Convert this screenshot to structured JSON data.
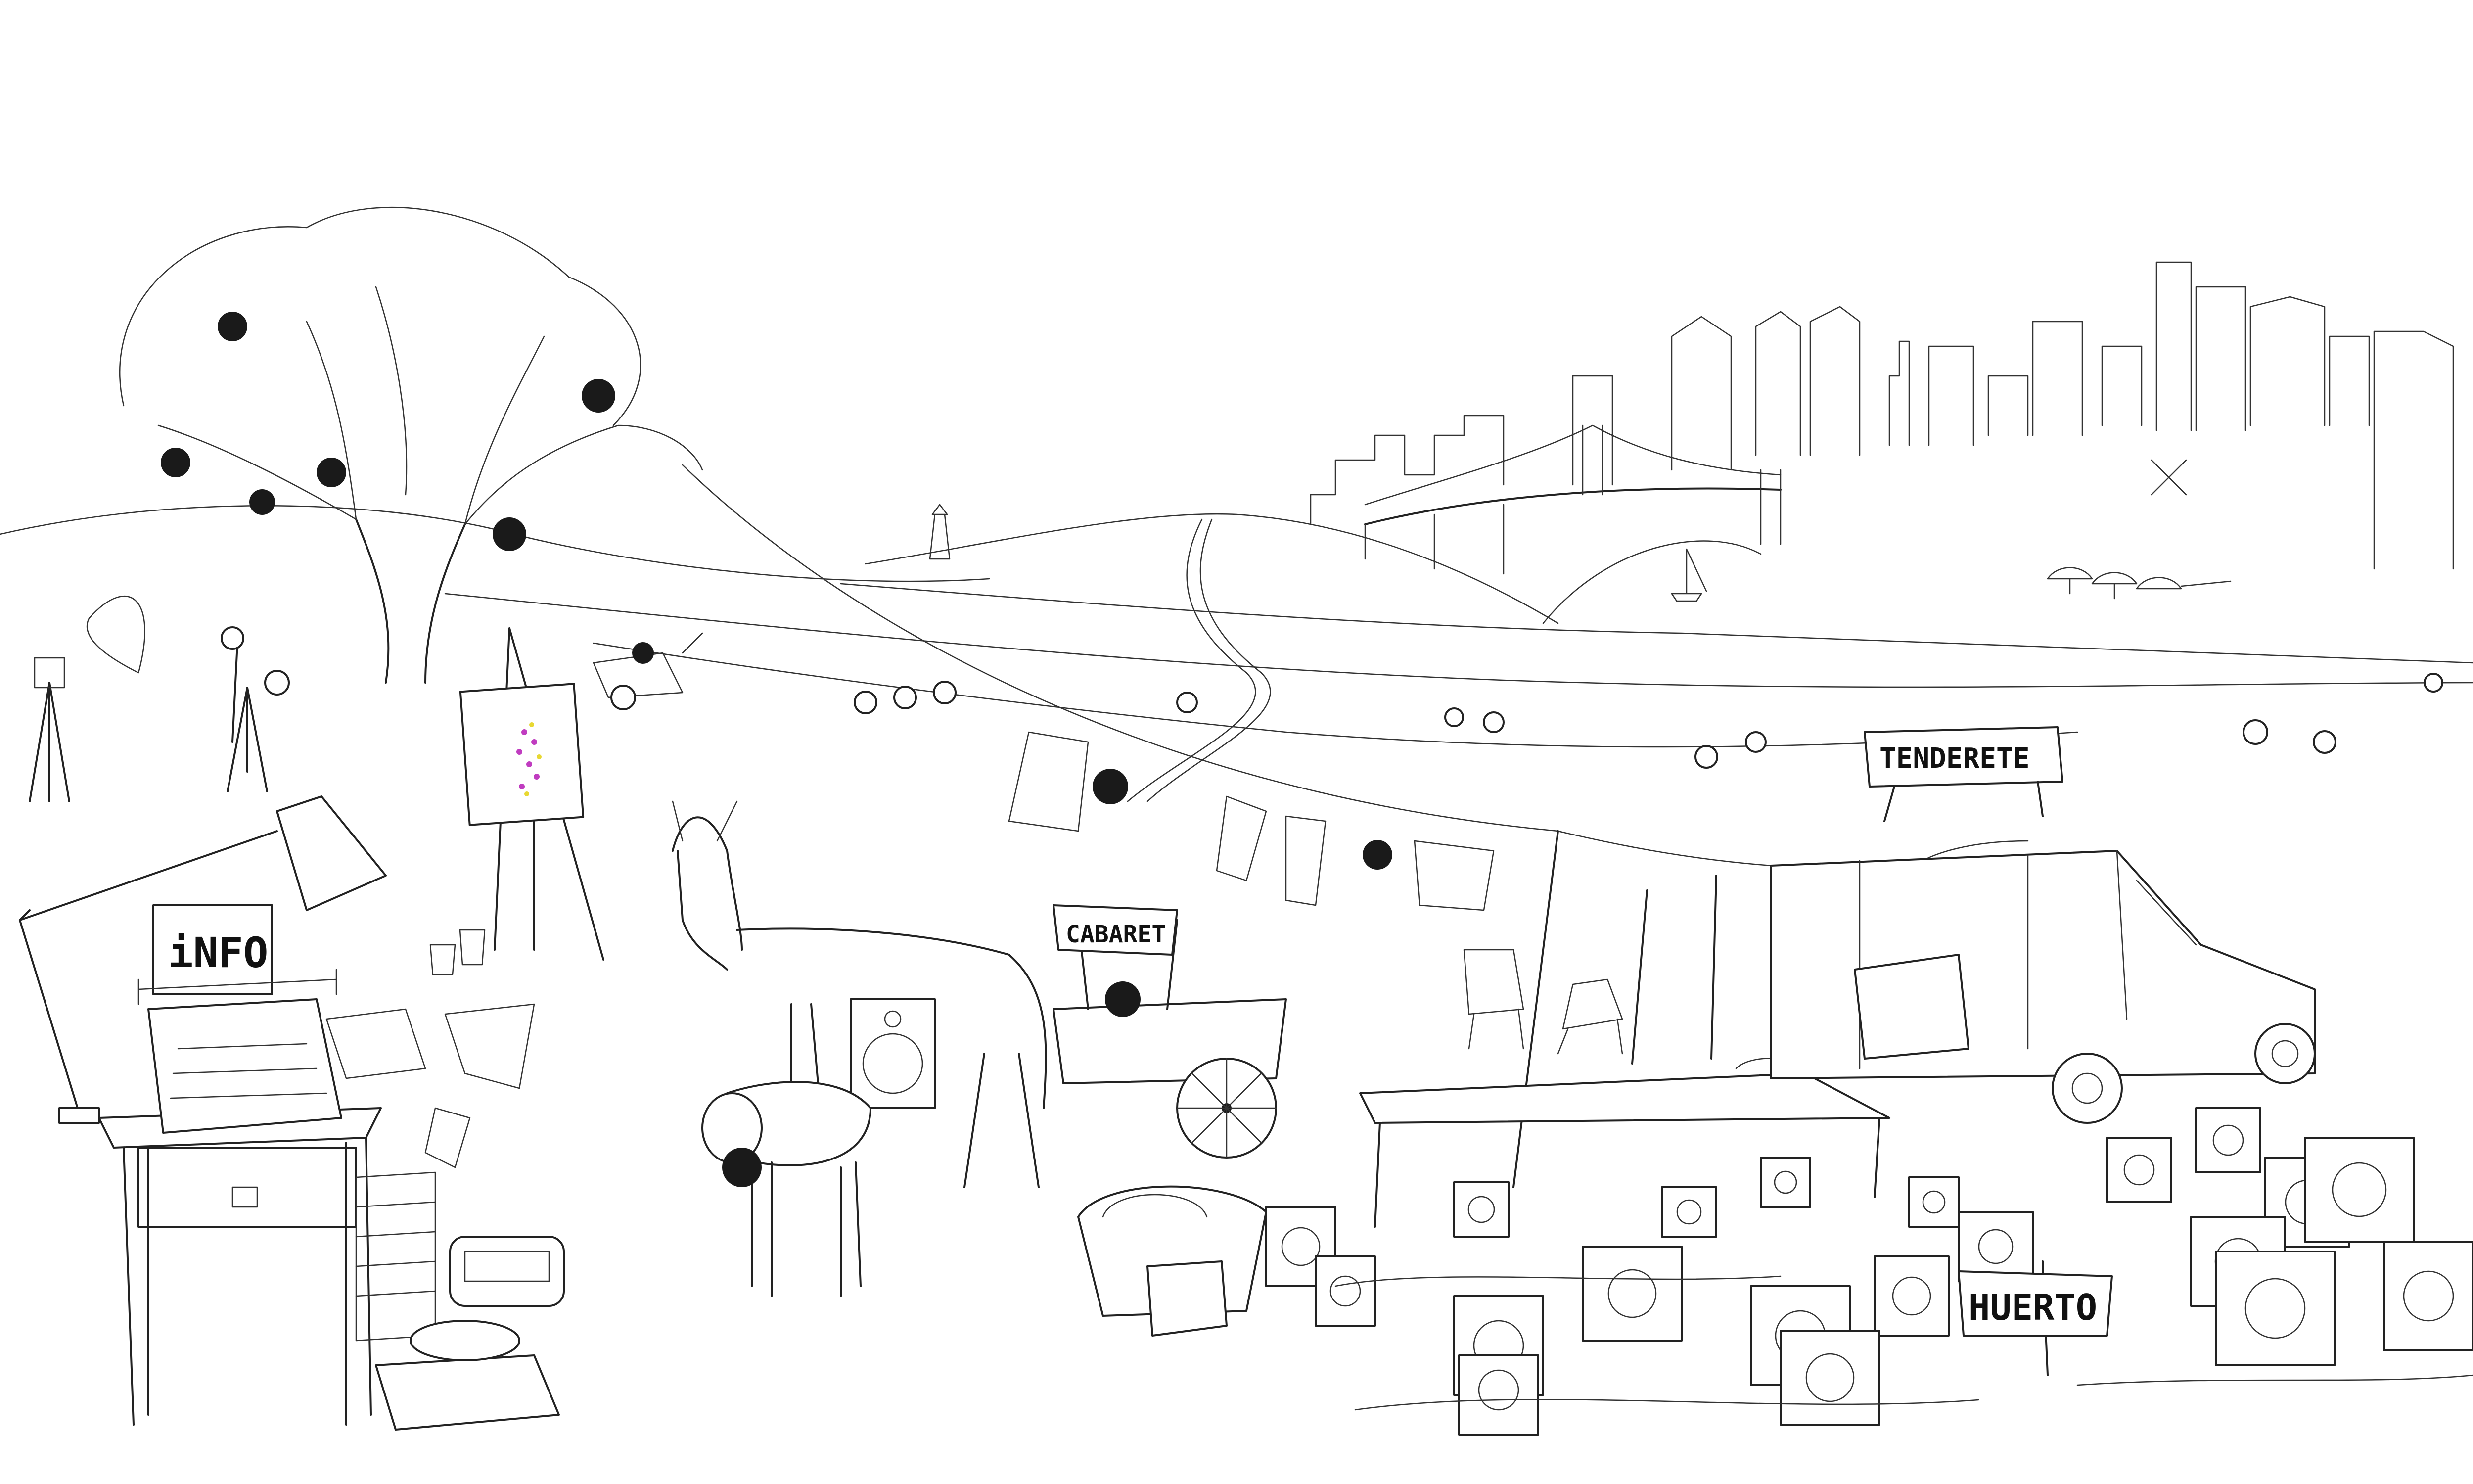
{
  "scene": {
    "signs": {
      "info": "iNFO",
      "cabaret": "CABARET",
      "tenderete": "TENDERETE",
      "huerto": "HUERTO"
    }
  }
}
